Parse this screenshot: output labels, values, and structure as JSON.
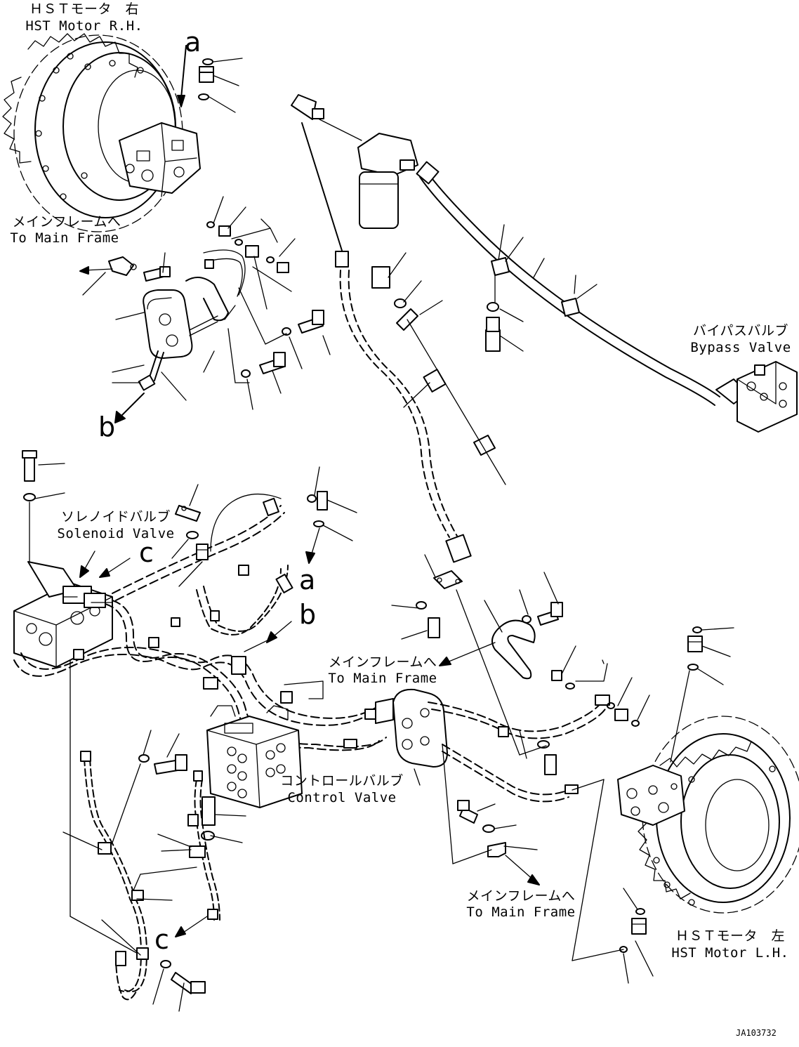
{
  "labels": {
    "hst_motor_rh": {
      "jp": "ＨＳＴモータ　右",
      "en": "HST Motor R.H."
    },
    "to_main_frame_1": {
      "jp": "メインフレームへ",
      "en": "To Main Frame"
    },
    "bypass_valve": {
      "jp": "バイパスバルブ",
      "en": "Bypass Valve"
    },
    "solenoid_valve": {
      "jp": "ソレノイドバルブ",
      "en": "Solenoid Valve"
    },
    "to_main_frame_2": {
      "jp": "メインフレームへ",
      "en": "To Main Frame"
    },
    "control_valve": {
      "jp": "コントロールバルブ",
      "en": "Control Valve"
    },
    "to_main_frame_3": {
      "jp": "メインフレームへ",
      "en": "To Main Frame"
    },
    "hst_motor_lh": {
      "jp": "ＨＳＴモータ　左",
      "en": "HST Motor L.H."
    }
  },
  "connection_letters": {
    "a_top": "a",
    "b_left": "b",
    "c_solenoid": "c",
    "a_mid": "a",
    "b_mid": "b",
    "c_bottom": "c"
  },
  "drawing_code": "JA103732"
}
